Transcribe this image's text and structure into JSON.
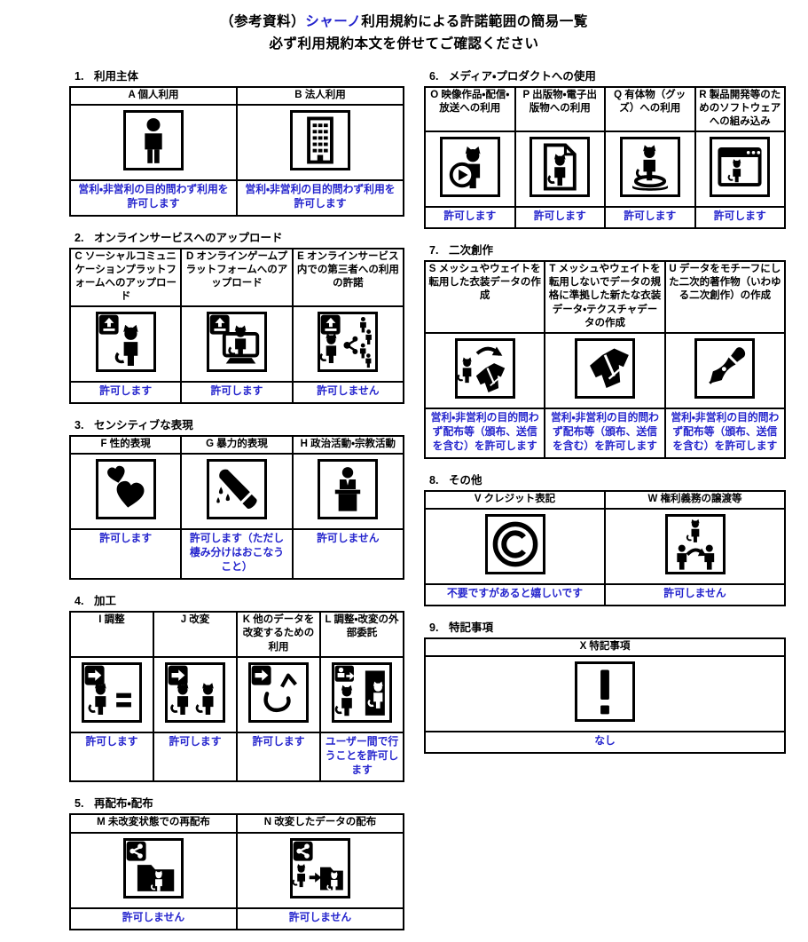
{
  "title": {
    "prefix": "（参考資料）",
    "brand": "シャーノ",
    "suffix": "利用規約による許諾範囲の簡易一覧",
    "subtitle": "必ず利用規約本文を併せてご確認ください"
  },
  "colors": {
    "accent_blue": "#2424cd",
    "border_black": "#000000"
  },
  "sections": [
    {
      "number": "1.",
      "label": "利用主体",
      "cells": [
        {
          "header": "A 個人利用",
          "icon": "person-icon",
          "status": "営利・非営利の目的問わず利用を許可します"
        },
        {
          "header": "B 法人利用",
          "icon": "building-icon",
          "status": "営利・非営利の目的問わず利用を許可します"
        }
      ]
    },
    {
      "number": "2.",
      "label": "オンラインサービスへのアップロード",
      "cells": [
        {
          "header": "C ソーシャルコミュニケーションプラットフォームへのアップロード",
          "icon": "upload-cat-person-icon",
          "status": "許可します"
        },
        {
          "header": "D オンラインゲームプラットフォームへのアップロード",
          "icon": "upload-game-monitor-icon",
          "status": "許可します"
        },
        {
          "header": "E オンラインサービス内での第三者への利用の許諾",
          "icon": "upload-third-party-share-icon",
          "status": "許可しません"
        }
      ]
    },
    {
      "number": "3.",
      "label": "センシティブな表現",
      "cells": [
        {
          "header": "F 性的表現",
          "icon": "hearts-icon",
          "status": "許可します"
        },
        {
          "header": "G 暴力的表現",
          "icon": "knife-blood-icon",
          "status": "許可します（ただし棲み分けはおこなうこと）"
        },
        {
          "header": "H 政治活動・宗教活動",
          "icon": "podium-speaker-icon",
          "status": "許可しません"
        }
      ]
    },
    {
      "number": "4.",
      "label": "加工",
      "cells": [
        {
          "header": "I 調整",
          "icon": "adjust-equal-cat-icon",
          "status": "許可します"
        },
        {
          "header": "J 改変",
          "icon": "modify-cats-icon",
          "status": "許可します"
        },
        {
          "header": "K 他のデータを改変するための利用",
          "icon": "modify-other-data-icon",
          "status": "許可します"
        },
        {
          "header": "L 調整・改変の外部委託",
          "icon": "outsourcing-door-icon",
          "status": "ユーザー間で行うことを許可します"
        }
      ]
    },
    {
      "number": "5.",
      "label": "再配布・配布",
      "cells": [
        {
          "header": "M 未改変状態での再配布",
          "icon": "redistribute-folder-icon",
          "status": "許可しません"
        },
        {
          "header": "N 改変したデータの配布",
          "icon": "distribute-modified-icon",
          "status": "許可しません"
        }
      ]
    },
    {
      "number": "6.",
      "label": "メディア・プロダクトへの使用",
      "cells": [
        {
          "header": "O 映像作品・配信・放送への利用",
          "icon": "video-play-cat-icon",
          "status": "許可します"
        },
        {
          "header": "P 出版物・電子出版物への利用",
          "icon": "publication-cat-icon",
          "status": "許可します"
        },
        {
          "header": "Q 有体物（グッズ）への利用",
          "icon": "goods-figurine-icon",
          "status": "許可します"
        },
        {
          "header": "R 製品開発等のためのソフトウェアへの組み込み",
          "icon": "software-window-icon",
          "status": "許可します"
        }
      ]
    },
    {
      "number": "7.",
      "label": "二次創作",
      "cells": [
        {
          "header": "S メッシュやウェイトを転用した衣装データの作成",
          "icon": "mesh-reuse-clothes-icon",
          "status": "営利・非営利の目的問わず配布等（頒布、送信を含む）を許可します"
        },
        {
          "header": "T メッシュやウェイトを転用しないでデータの規格に準拠した新たな衣装データ・テクスチャデータの作成",
          "icon": "new-clothes-icon",
          "status": "営利・非営利の目的問わず配布等（頒布、送信を含む）を許可します"
        },
        {
          "header": "U データをモチーフにした二次的著作物（いわゆる二次創作）の作成",
          "icon": "fanart-pen-icon",
          "status": "営利・非営利の目的問わず配布等（頒布、送信を含む）を許可します"
        }
      ]
    },
    {
      "number": "8.",
      "label": "その他",
      "cells": [
        {
          "header": "V クレジット表記",
          "icon": "copyright-icon",
          "status": "不要ですがあると嬉しいです"
        },
        {
          "header": "W 権利義務の譲渡等",
          "icon": "transfer-rights-icon",
          "status": "許可しません"
        }
      ]
    },
    {
      "number": "9.",
      "label": "特記事項",
      "cells": [
        {
          "header": "X 特記事項",
          "icon": "notice-exclamation-icon",
          "status": "なし"
        }
      ]
    }
  ]
}
